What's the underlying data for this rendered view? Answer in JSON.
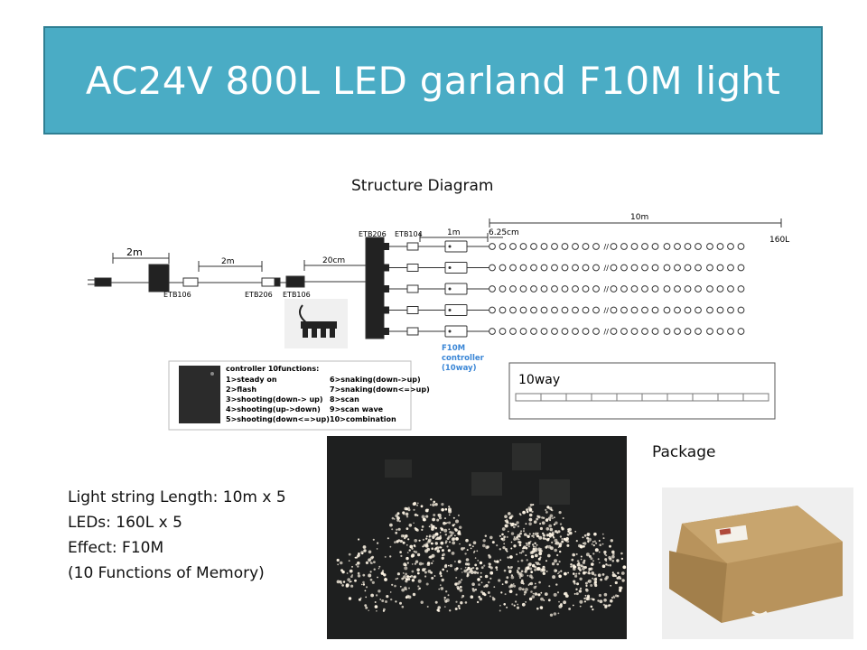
{
  "slide": {
    "title": "AC24V 800L LED garland F10M light",
    "diagram_caption": "Structure Diagram",
    "package_caption": "Package"
  },
  "diagram": {
    "len_adapter": "2m",
    "len_ext": "2m",
    "len_splitter": "20cm",
    "len_lead": "1m",
    "len_spacing": "6.25cm",
    "len_string": "10m",
    "led_count": "160L",
    "label_etb106_a": "ETB106",
    "label_etb206_a": "ETB206",
    "label_etb106_b": "ETB106",
    "label_etb206_b": "ETB206",
    "label_etb104": "ETB104",
    "controller_label": [
      "F10M",
      "controller",
      "(10way)"
    ],
    "functions_title": "controller 10functions:",
    "functions_left": [
      "1>steady on",
      "2>flash",
      "3>shooting(down-> up)",
      "4>shooting(up->down)",
      "5>shooting(down<=>up)"
    ],
    "functions_right": [
      "6>snaking(down->up)",
      "7>snaking(down<=>up)",
      "8>scan",
      "9>scan wave",
      "10>combination"
    ],
    "way_box_label": "10way"
  },
  "specs": {
    "line1": "Light string Length: 10m x 5",
    "line2": "LEDs: 160L x 5",
    "line3": "Effect: F10M",
    "line4": "(10 Functions of Memory)"
  }
}
